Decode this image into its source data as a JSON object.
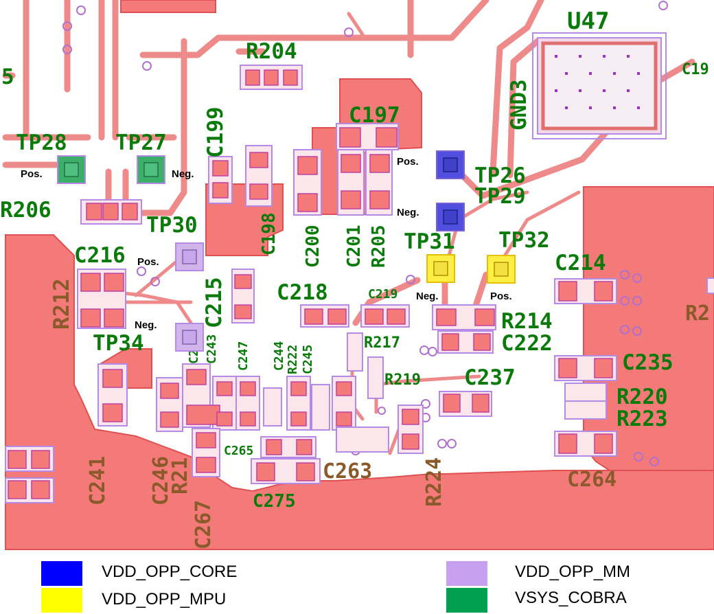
{
  "colors": {
    "copper": "#f47a7a",
    "trace": "#ef8a8a",
    "silk": "#0a7a0a",
    "outline": "#b48ae6",
    "silk_dark": "#8a5a2a",
    "vdd_opp_core": "#0000ff",
    "vdd_opp_mpu": "#ffff00",
    "vdd_opp_mm": "#c8a0f0",
    "vsys_cobra": "#00a050"
  },
  "testpoints": {
    "pos_label": "Pos.",
    "neg_label": "Neg."
  },
  "designators": {
    "u47": "U47",
    "gnd3": "GND3",
    "r204": "R204",
    "c199": "C199",
    "c197": "C197",
    "tp28": "TP28",
    "tp27": "TP27",
    "tp26": "TP26",
    "tp29": "TP29",
    "tp30": "TP30",
    "tp31": "TP31",
    "tp32": "TP32",
    "tp34": "TP34",
    "r206": "R206",
    "c198": "C198",
    "c200": "C200",
    "c201": "C201",
    "r205": "R205",
    "c216": "C216",
    "c215": "C215",
    "c218": "C218",
    "c219": "C219",
    "r212": "R212",
    "c214": "C214",
    "r214": "R214",
    "c222": "C222",
    "r217": "R217",
    "r219": "R219",
    "c237": "C237",
    "c235": "C235",
    "r220": "R220",
    "r223": "R223",
    "c242": "C242",
    "c243": "C243",
    "c247": "C247",
    "c244": "C244",
    "r222": "R222",
    "c245": "C245",
    "c241": "C241",
    "c246": "C246",
    "c265": "C265",
    "c263": "C263",
    "r224": "R224",
    "c264": "C264",
    "c275": "C275",
    "c267": "C267",
    "r21x": "R21",
    "c19x": "C19",
    "r2x": "R2",
    "r5x": "5"
  },
  "legend": {
    "core": "VDD_OPP_CORE",
    "mpu": "VDD_OPP_MPU",
    "mm": "VDD_OPP_MM",
    "cobra": "VSYS_COBRA"
  }
}
